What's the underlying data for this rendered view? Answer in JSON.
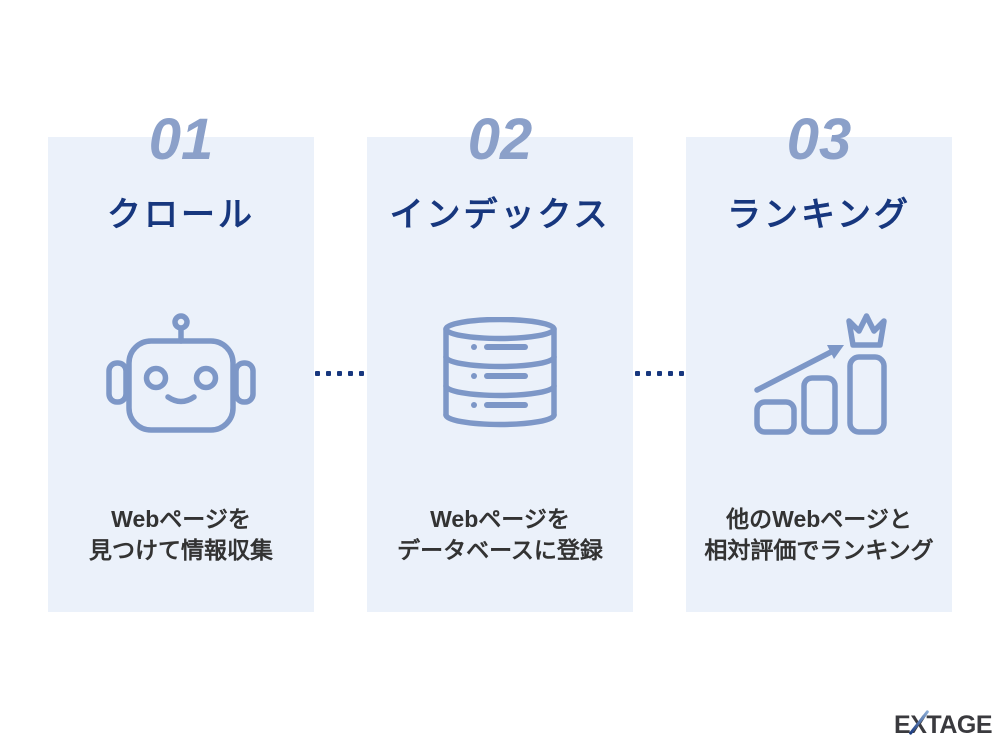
{
  "colors": {
    "background": "#ffffff",
    "card_background": "#ebf1fa",
    "step_number": "#8ba0c9",
    "step_title": "#17377e",
    "icon_stroke": "#7d97c7",
    "description_text": "#333333",
    "connector_dots": "#17377e",
    "logo_text": "#3a3a3e",
    "logo_slash": "#16377e"
  },
  "steps": [
    {
      "number": "01",
      "title": "クロール",
      "icon": "robot-icon",
      "description_line1": "Webページを",
      "description_line2": "見つけて情報収集"
    },
    {
      "number": "02",
      "title": "インデックス",
      "icon": "database-icon",
      "description_line1": "Webページを",
      "description_line2": "データベースに登録"
    },
    {
      "number": "03",
      "title": "ランキング",
      "icon": "ranking-chart-crown-icon",
      "description_line1": "他のWebページと",
      "description_line2": "相対評価でランキング"
    }
  ],
  "connectors": {
    "dot_count": 5
  },
  "logo": {
    "full": "EXTAGE",
    "prefix": "E",
    "x_letter": "X",
    "suffix": "TAGE"
  }
}
